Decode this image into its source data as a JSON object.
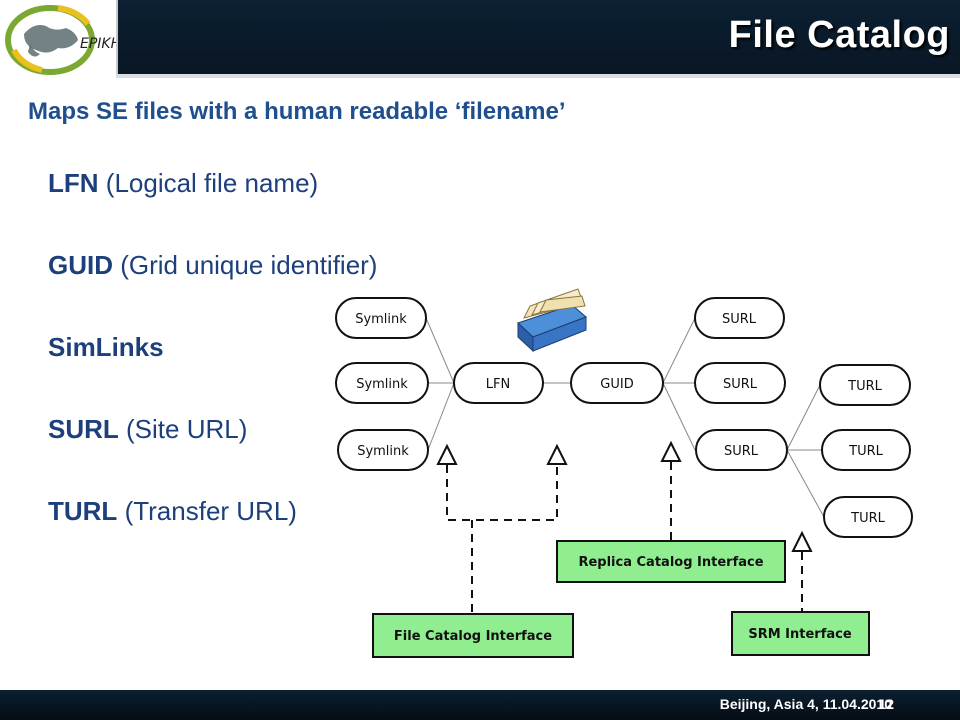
{
  "header": {
    "title": "File Catalog",
    "logo_text": "EPIKH"
  },
  "subtitle": "Maps SE files with a human readable ‘filename’",
  "bullets": [
    {
      "term": "LFN",
      "desc": "(Logical file name)"
    },
    {
      "term": "GUID",
      "desc": "(Grid unique identifier)"
    },
    {
      "term": "SimLinks",
      "desc": ""
    },
    {
      "term": "SURL",
      "desc": "(Site URL)"
    },
    {
      "term": "TURL",
      "desc": "(Transfer URL)"
    }
  ],
  "diagram": {
    "symlink": "Symlink",
    "lfn": "LFN",
    "guid": "GUID",
    "surl": "SURL",
    "turl": "TURL",
    "file_catalog_interface": "File Catalog Interface",
    "replica_catalog_interface": "Replica Catalog Interface",
    "srm_interface": "SRM Interface"
  },
  "footer": {
    "text": "Beijing, Asia 4, 11.04.2010",
    "page": "12"
  },
  "colors": {
    "header_bg": "#0b2032",
    "subtitle": "#1f4f8c",
    "bullet_text": "#1d3f7c",
    "interface_box": "#90ee90"
  }
}
